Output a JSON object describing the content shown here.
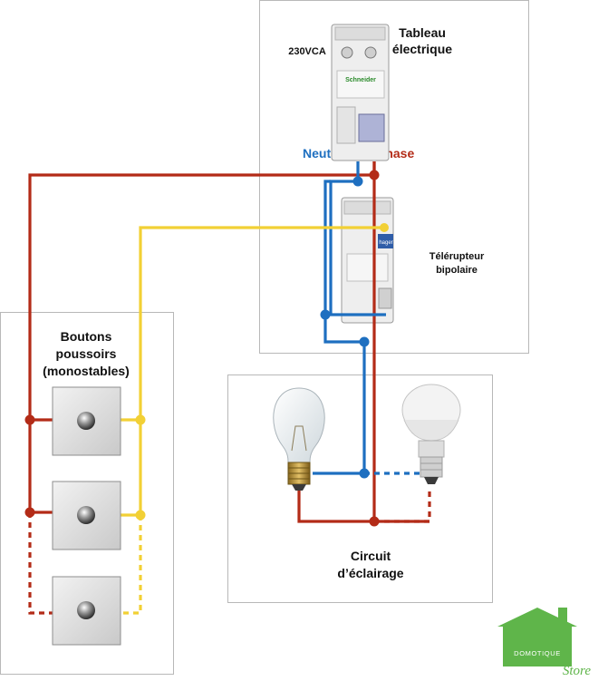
{
  "panel_title": "Tableau\nélectrique",
  "voltage": "230VCA",
  "neutral_label": "Neutre",
  "phase_label": "Phase",
  "relay_label": "Télérupteur\nbipolaire",
  "buttons_title": "Boutons\npoussoirs\n(monostables)",
  "circuit_label": "Circuit\nd’éclairage",
  "breaker_brand": "Schneider",
  "relay_brand": "hager",
  "logo_top": "DOMOTIQUE",
  "logo_bottom": "Store",
  "colors": {
    "phase": "#b32b17",
    "neutral": "#1e6fc0",
    "return": "#f2d035",
    "logo": "#5fb54a"
  }
}
